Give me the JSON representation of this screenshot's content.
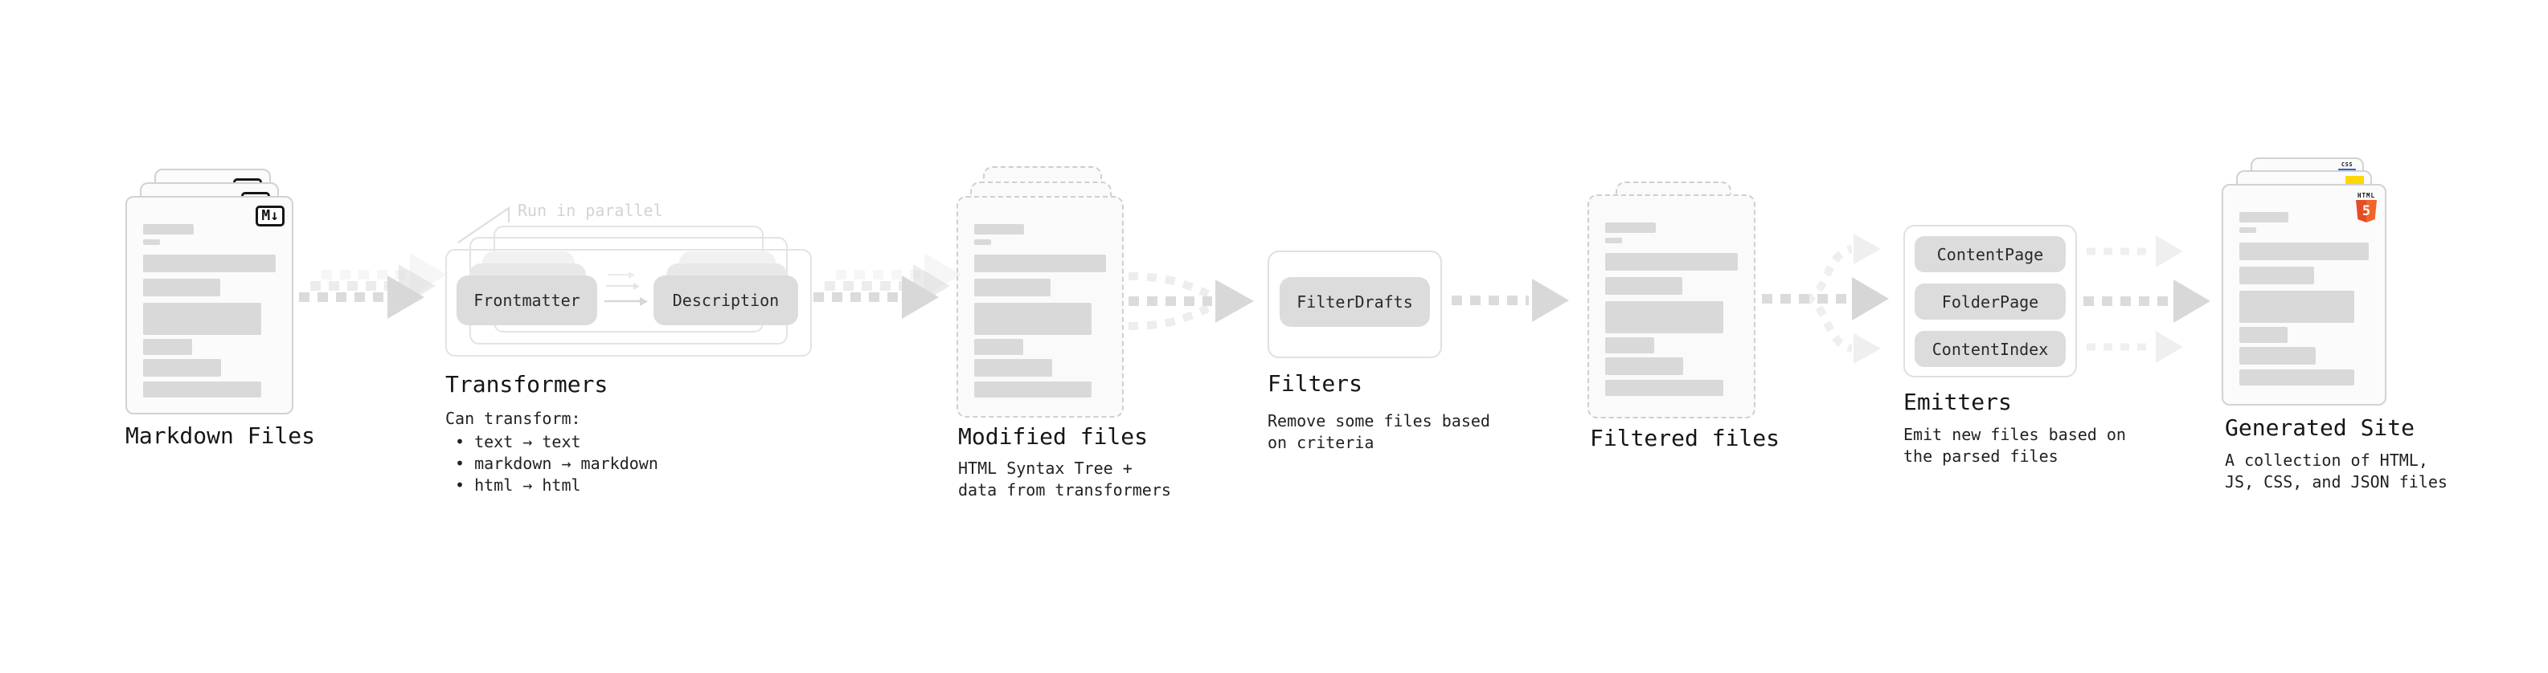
{
  "diagram": {
    "markdown": {
      "label": "Markdown Files",
      "badge": "M↓"
    },
    "transformers": {
      "note": "Run in parallel",
      "pill_input": "Frontmatter",
      "pill_output": "Description",
      "title": "Transformers",
      "heading": "Can transform:",
      "bullets": [
        "• text → text",
        "• markdown → markdown",
        "• html → html"
      ]
    },
    "modified": {
      "label": "Modified files",
      "desc": [
        "HTML Syntax Tree +",
        "data from transformers"
      ]
    },
    "filters": {
      "title": "Filters",
      "pill": "FilterDrafts",
      "desc": [
        "Remove some files based",
        "on criteria"
      ]
    },
    "filtered": {
      "label": "Filtered files"
    },
    "emitters": {
      "title": "Emitters",
      "pills": [
        "ContentPage",
        "FolderPage",
        "ContentIndex"
      ],
      "desc": [
        "Emit new files based on",
        "the parsed files"
      ]
    },
    "generated": {
      "label": "Generated Site",
      "desc": [
        "A collection of HTML,",
        "JS, CSS, and JSON files"
      ],
      "badge_css": "CSS",
      "badge_html_word": "HTML",
      "badge_html_num": "5"
    }
  },
  "doc_bars": [
    {
      "w": 38,
      "h": 13,
      "mt": 33
    },
    {
      "w": 13,
      "h": 7,
      "mt": 6
    },
    {
      "w": 100,
      "h": 22,
      "mt": 12
    },
    {
      "w": 58,
      "h": 22,
      "mt": 8
    },
    {
      "w": 89,
      "h": 40,
      "mt": 8
    },
    {
      "w": 37,
      "h": 20,
      "mt": 5
    },
    {
      "w": 59,
      "h": 22,
      "mt": 5
    },
    {
      "w": 89,
      "h": 20,
      "mt": 6
    }
  ],
  "colors": {
    "arrow_gray": "#dbdbdb",
    "arrow_faint": "#efefef",
    "bar_gray": "#d9d9d9",
    "html5_orange": "#e44d26",
    "js_yellow": "#ffd800",
    "css_blue": "#2760e6"
  }
}
